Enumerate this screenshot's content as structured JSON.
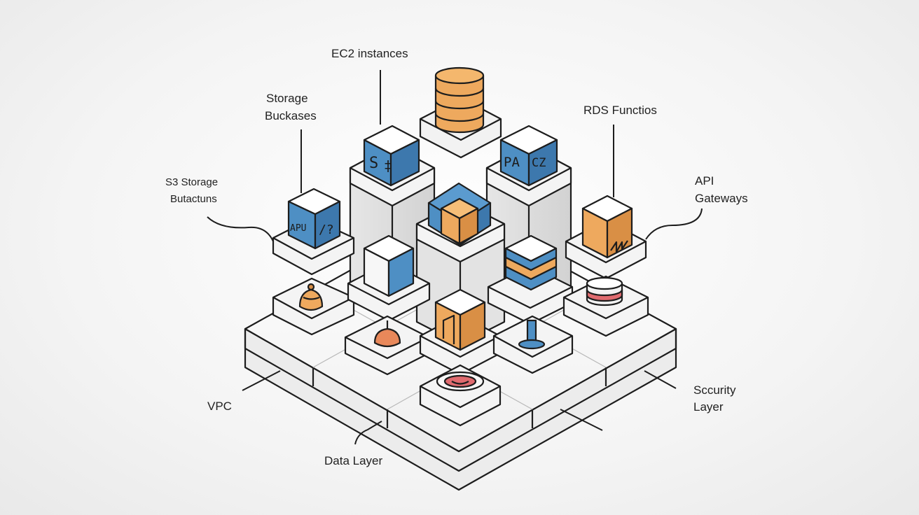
{
  "labels": {
    "ec2": "EC2 instances",
    "storage_line1": "Storage",
    "storage_line2": "Buckases",
    "rds": "RDS Functios",
    "s3_line1": "S3 Storage",
    "s3_line2": "Butactuns",
    "api_line1": "API",
    "api_line2": "Gateways",
    "vpc": "VPC",
    "security_line1": "Sccurity",
    "security_line2": "Layer",
    "data_layer": "Data Layer"
  },
  "glyphs": {
    "s_cube": "S",
    "s_cube_mark": "‡",
    "pa": "PA",
    "cz": "CZ",
    "apu": "APU",
    "apu_mark": "/?"
  },
  "colors": {
    "blue": "#4e8fc4",
    "blue_dark": "#3d78ad",
    "orange": "#eea95e",
    "orange_dark": "#d98f45",
    "red": "#e06b6f",
    "gray": "#d7d7d7",
    "outline": "#1d1d1d"
  }
}
